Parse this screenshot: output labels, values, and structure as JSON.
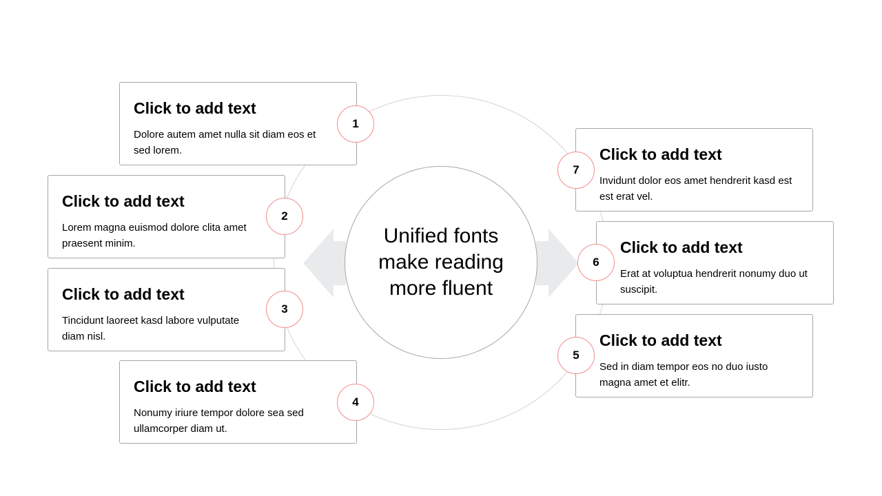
{
  "center_text": "Unified fonts make reading more fluent",
  "items": [
    {
      "number": "1",
      "title": "Click to add text",
      "body": "Dolore autem amet nulla sit diam eos et sed lorem."
    },
    {
      "number": "2",
      "title": "Click to add text",
      "body": "Lorem magna euismod dolore clita amet praesent minim."
    },
    {
      "number": "3",
      "title": "Click to add text",
      "body": "Tincidunt laoreet kasd labore vulputate diam nisl."
    },
    {
      "number": "4",
      "title": "Click to add text",
      "body": "Nonumy iriure tempor dolore sea sed ullamcorper diam ut."
    },
    {
      "number": "5",
      "title": "Click to add text",
      "body": "Sed in diam tempor eos no duo iusto magna amet et elitr."
    },
    {
      "number": "6",
      "title": "Click to add text",
      "body": "Erat at voluptua hendrerit nonumy duo ut suscipit."
    },
    {
      "number": "7",
      "title": "Click to add text",
      "body": "Invidunt dolor eos amet hendrerit kasd est est erat vel."
    }
  ],
  "colors": {
    "badge_border": "#f28c8c",
    "arrow": "#e9eaeb",
    "ring": "#d4d4d8"
  }
}
